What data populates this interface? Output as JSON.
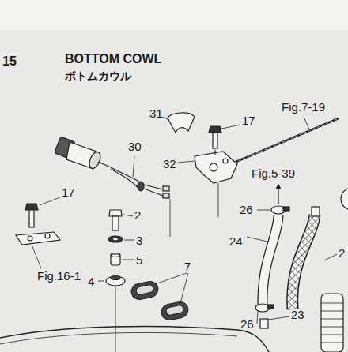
{
  "diagram": {
    "title": "BOTTOM COWL",
    "labels": [
      "15",
      "ボトムカウル",
      "31",
      "17",
      "Fig.7-19",
      "30",
      "32",
      "Fig.5-39",
      "17",
      "26",
      "2",
      "24",
      "3",
      "5",
      "7",
      "4",
      "Fig.16-1",
      "26",
      "23",
      "2"
    ]
  }
}
